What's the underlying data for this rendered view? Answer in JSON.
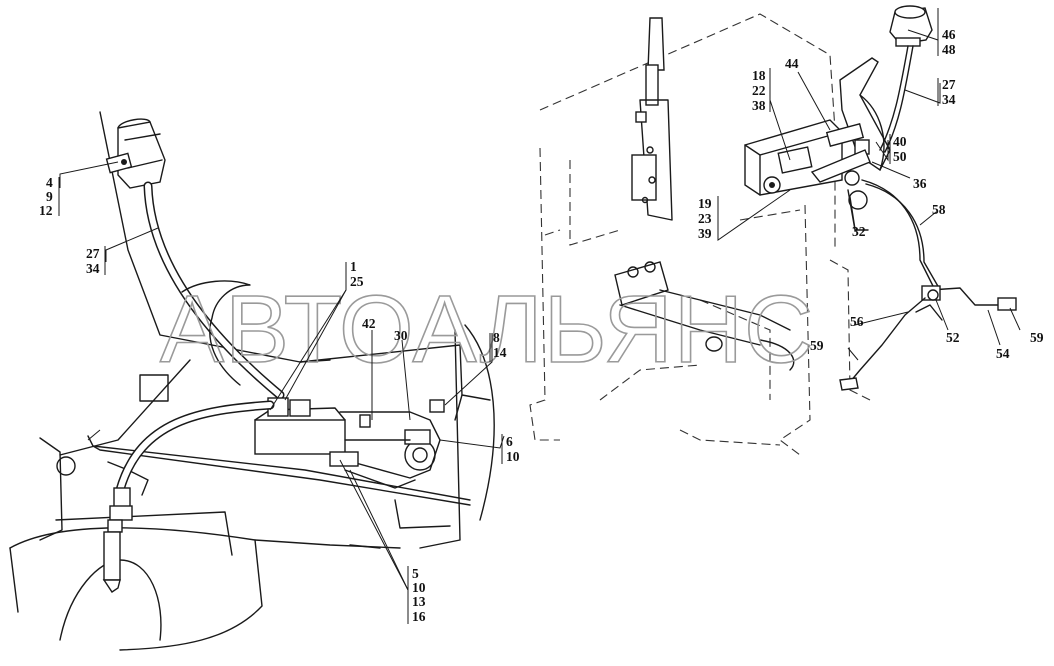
{
  "watermark": "АВТОАЛЬЯНС",
  "callouts": {
    "c1": [
      "4",
      "9",
      "12"
    ],
    "c2": [
      "27",
      "34"
    ],
    "c3": [
      "1",
      "25"
    ],
    "c4": [
      "42"
    ],
    "c5": [
      "30"
    ],
    "c6": [
      "8",
      "14"
    ],
    "c7": [
      "6",
      "10"
    ],
    "c8": [
      "5",
      "10",
      "13",
      "16"
    ],
    "c9": [
      "18",
      "22",
      "38"
    ],
    "c10": [
      "44"
    ],
    "c11": [
      "46",
      "48"
    ],
    "c12": [
      "27",
      "34"
    ],
    "c13": [
      "40",
      "50"
    ],
    "c14": [
      "36"
    ],
    "c15": [
      "19",
      "23",
      "39"
    ],
    "c16": [
      "32"
    ],
    "c17": [
      "58"
    ],
    "c18": [
      "56"
    ],
    "c19": [
      "59"
    ],
    "c20": [
      "52"
    ],
    "c21": [
      "54"
    ],
    "c22": [
      "59"
    ]
  }
}
